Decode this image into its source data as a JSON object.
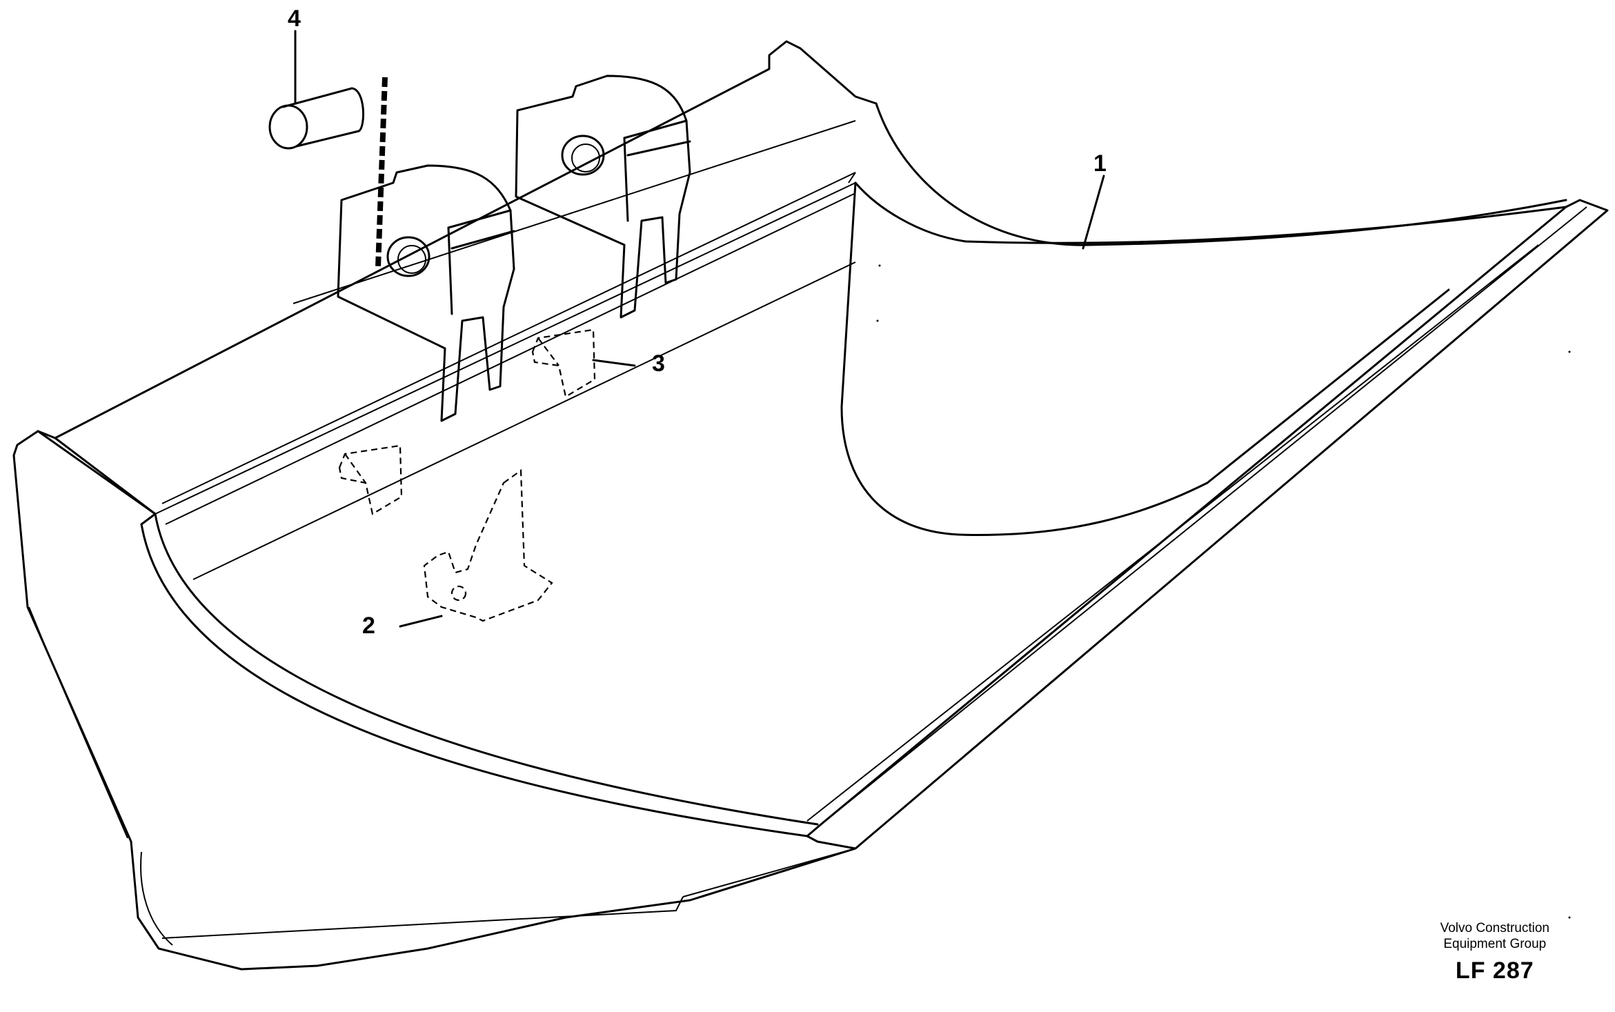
{
  "diagram": {
    "callouts": [
      {
        "id": "1",
        "label": "1"
      },
      {
        "id": "2",
        "label": "2"
      },
      {
        "id": "3",
        "label": "3"
      },
      {
        "id": "4",
        "label": "4"
      }
    ]
  },
  "footer": {
    "company_line1": "Volvo Construction",
    "company_line2": "Equipment Group",
    "drawing_code": "LF 287"
  }
}
